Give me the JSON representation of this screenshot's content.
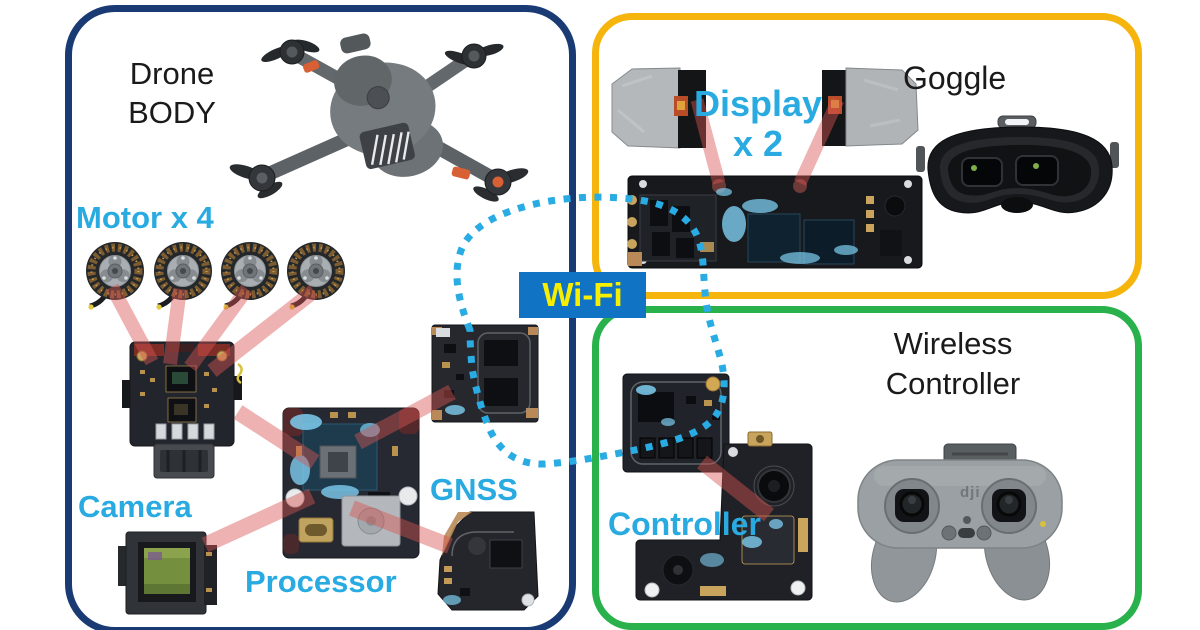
{
  "palette": {
    "drone_border": "#1a3a74",
    "goggle_border": "#f6b50d",
    "controller_border": "#29b24b",
    "label_cyan": "#29abe2",
    "title_black": "#1a1a1a",
    "wifi_badge_bg": "#1173c4",
    "wifi_badge_text": "#f8ee00",
    "wired_link_pink": "#d65552",
    "wifi_link_cyan": "#29abe3"
  },
  "drone_box": {
    "title_line1": "Drone",
    "title_line2": "BODY",
    "motor_label": "Motor x 4",
    "camera_label": "Camera",
    "processor_label": "Processor",
    "gnss_label": "GNSS"
  },
  "goggle_box": {
    "title": "Goggle",
    "display_label_line1": "Display",
    "display_label_line2": "x 2"
  },
  "controller_box": {
    "title_line1": "Wireless",
    "title_line2": "Controller",
    "controller_label": "Controller",
    "gamepad_logo": "dji"
  },
  "wifi": {
    "label": "Wi-Fi"
  }
}
